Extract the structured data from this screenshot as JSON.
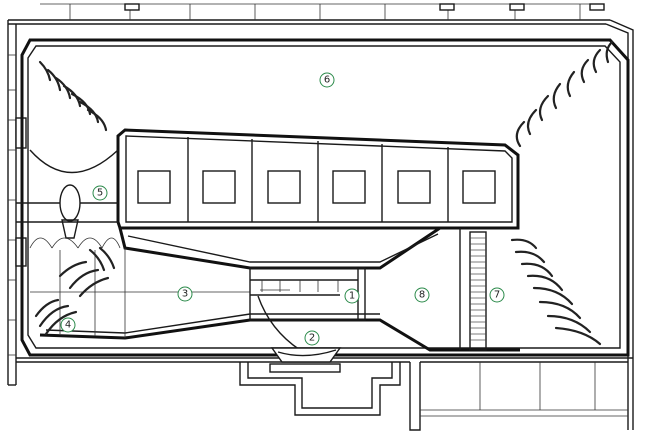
{
  "labels": [
    {
      "id": "1",
      "text": "1"
    },
    {
      "id": "2",
      "text": "2"
    },
    {
      "id": "3",
      "text": "3"
    },
    {
      "id": "4",
      "text": "4"
    },
    {
      "id": "5",
      "text": "5"
    },
    {
      "id": "6",
      "text": "6"
    },
    {
      "id": "7",
      "text": "7"
    },
    {
      "id": "8",
      "text": "8"
    }
  ],
  "colors": {
    "line": "#1a1a1a",
    "tag_ring": "#2b8a4a"
  }
}
